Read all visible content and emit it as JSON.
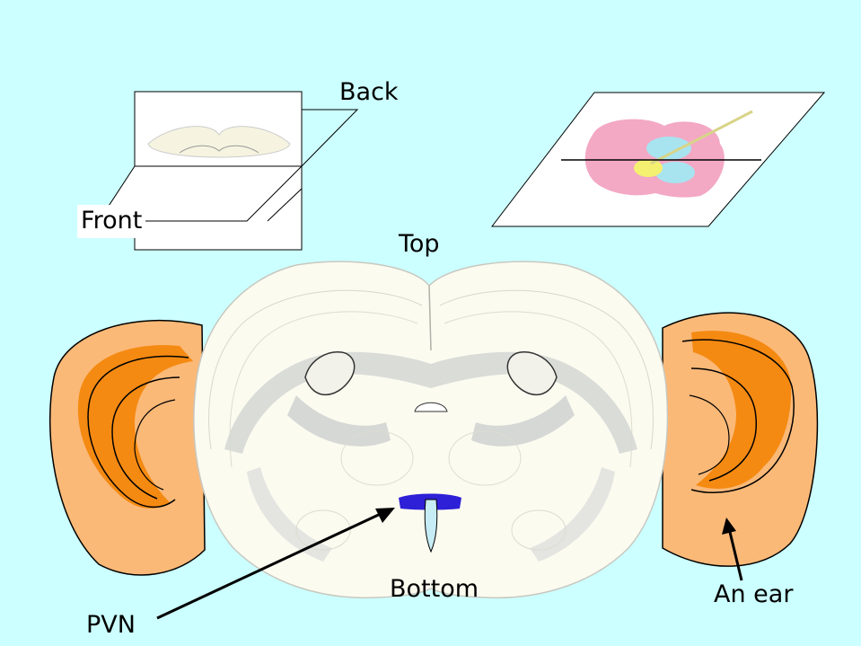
{
  "labels": {
    "back": "Back",
    "front": "Front",
    "top": "Top",
    "bottom": "Bottom",
    "pvn": "PVN",
    "ear": "An ear"
  },
  "colors": {
    "background": "#ccffff",
    "ear_skin": "#fbb978",
    "ear_inner": "#f58a12",
    "brain_fill": "#fcfbf0",
    "brain_gray": "#d6d8d5",
    "pvn_blue": "#2e20d6",
    "ventricle": "#c6ecf6",
    "horizontal_pink": "#f3a8c4",
    "horizontal_cyan": "#a8e4f0",
    "horizontal_yellow": "#f4f070"
  }
}
